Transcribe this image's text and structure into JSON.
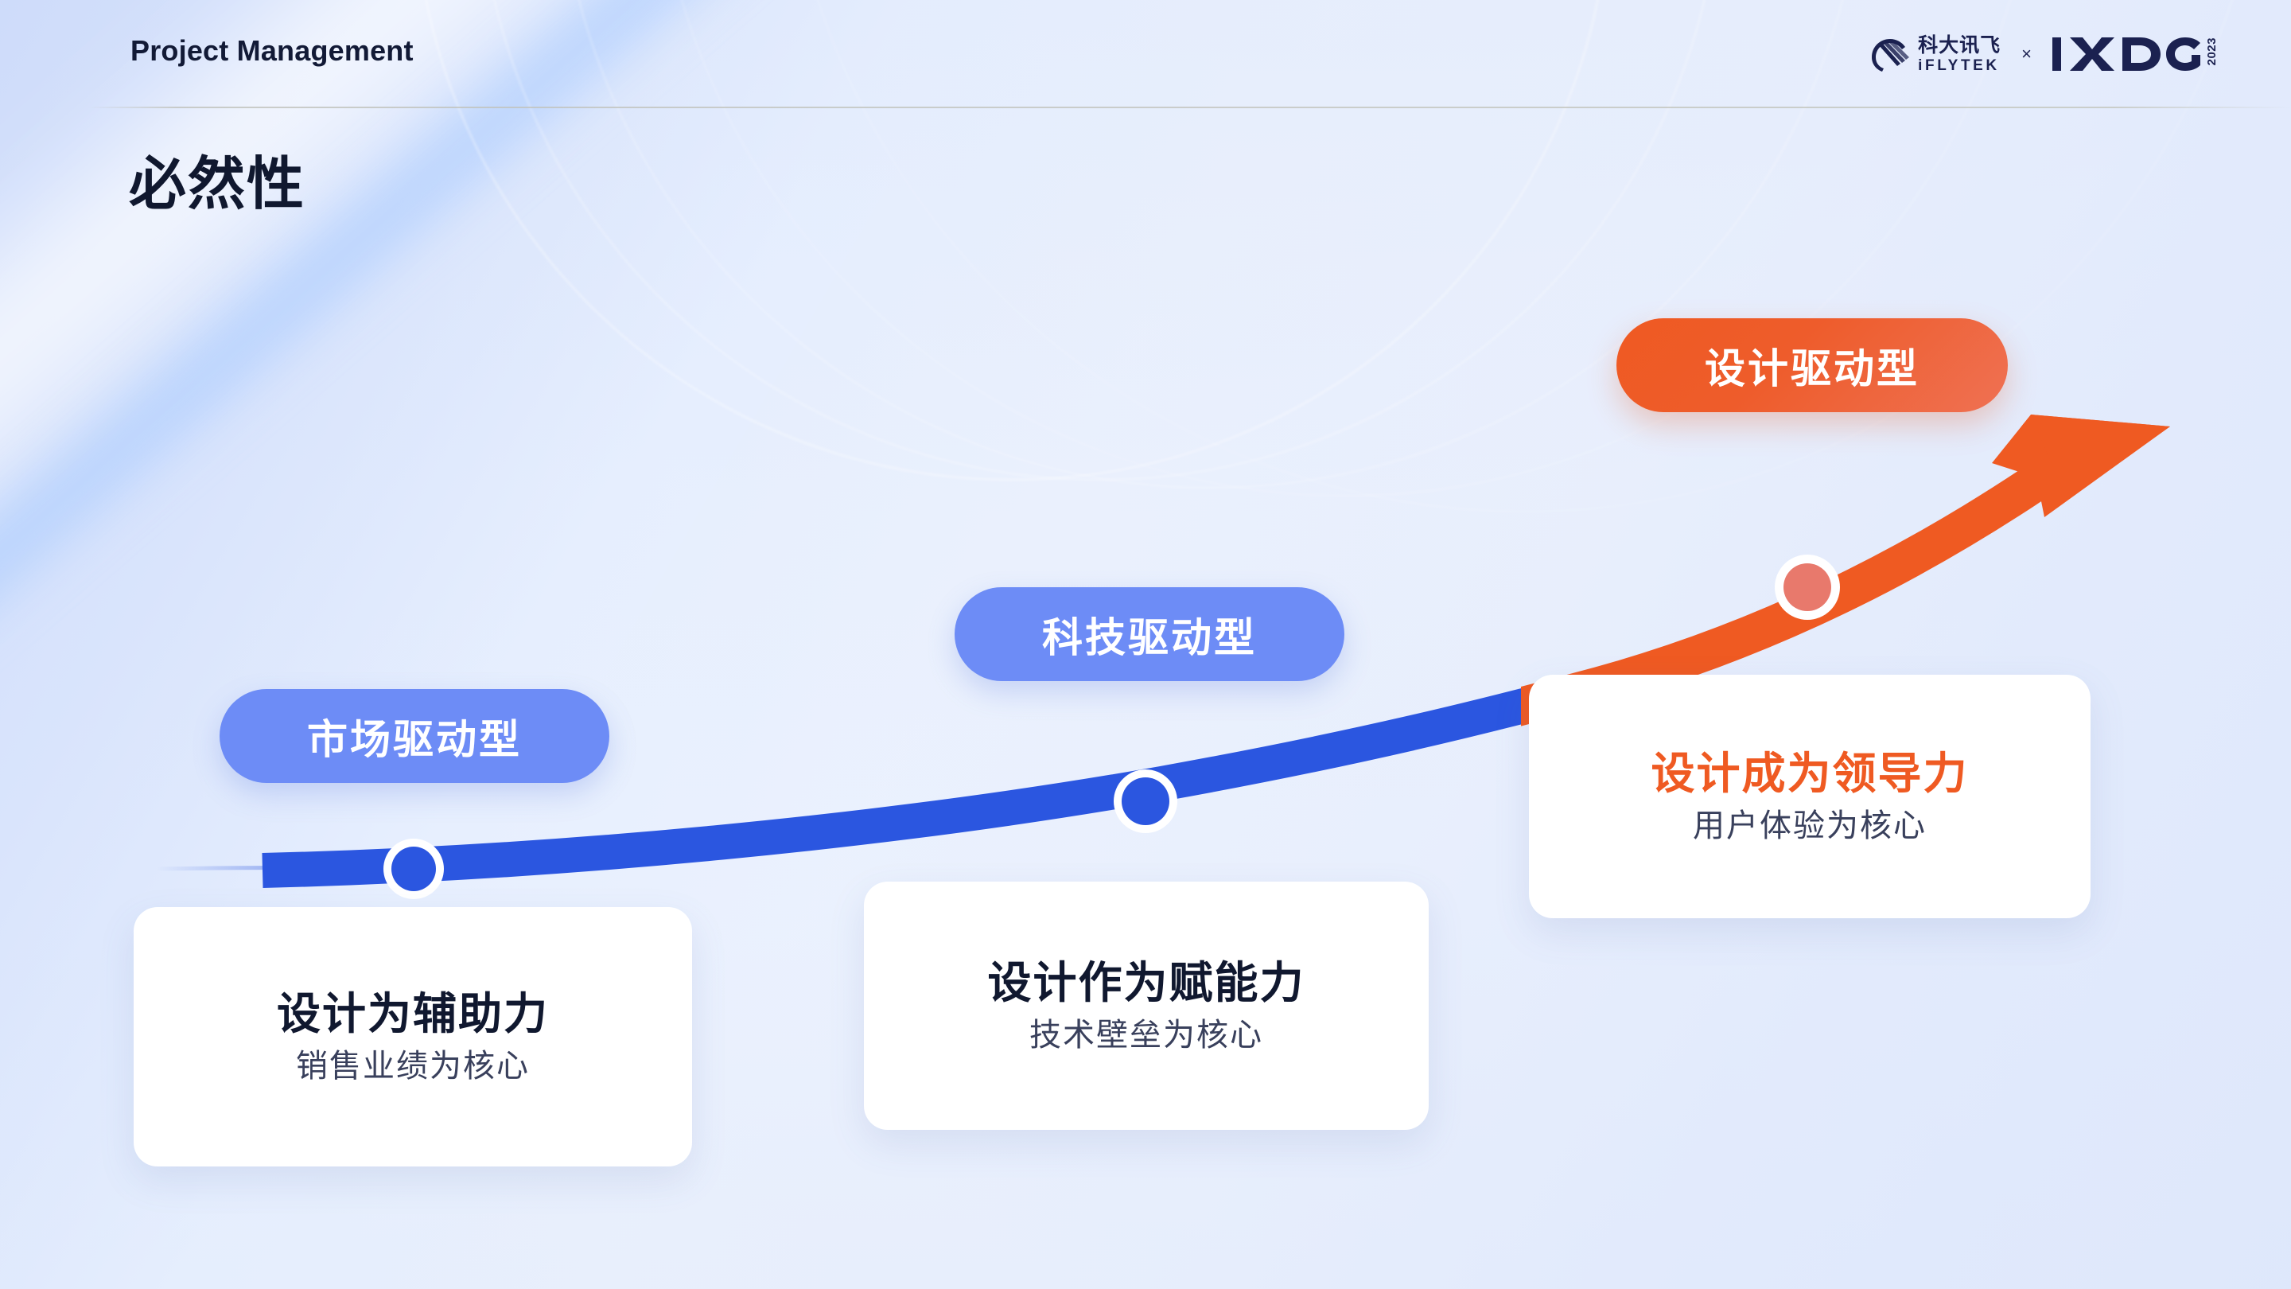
{
  "header": {
    "kicker": "Project Management",
    "brand": {
      "iflytek_cn": "科大讯飞",
      "iflytek_en": "iFLYTEK",
      "separator": "×",
      "ixdc_name": "IxDC",
      "ixdc_year": "2023"
    }
  },
  "page_title": "必然性",
  "colors": {
    "accent_orange": "#EF5A22",
    "accent_blue": "#2B56E0",
    "pill_blue": "#6D8CF6",
    "ink": "#10182F",
    "subtext": "#39405C",
    "background": "#E7EEFB"
  },
  "chart_data": {
    "type": "line",
    "title": "必然性",
    "xlabel": "",
    "ylabel": "",
    "grid": false,
    "legend": "none",
    "description": "Upward-curving arrow showing three evolution stages of design maturity; the arrow is blue for the first two stages and orange for the final stage.",
    "categories": [
      "市场驱动型",
      "科技驱动型",
      "设计驱动型"
    ],
    "x": [
      1,
      2,
      3
    ],
    "y": [
      1,
      2,
      4
    ],
    "point_colors": [
      "#2B56E0",
      "#2B56E0",
      "#E8796C"
    ],
    "segment_colors": [
      "#2B56E0",
      "#2B56E0",
      "#EF5A22"
    ]
  },
  "stages": [
    {
      "pill_label": "市场驱动型",
      "pill_style": "blue",
      "card_title": "设计为辅助力",
      "card_subtitle": "销售业绩为核心",
      "title_accent": false,
      "dot_color": "#2B56E0"
    },
    {
      "pill_label": "科技驱动型",
      "pill_style": "blue",
      "card_title": "设计作为赋能力",
      "card_subtitle": "技术壁垒为核心",
      "title_accent": false,
      "dot_color": "#2B56E0"
    },
    {
      "pill_label": "设计驱动型",
      "pill_style": "orange",
      "card_title": "设计成为领导力",
      "card_subtitle": "用户体验为核心",
      "title_accent": true,
      "dot_color": "#E8796C"
    }
  ]
}
